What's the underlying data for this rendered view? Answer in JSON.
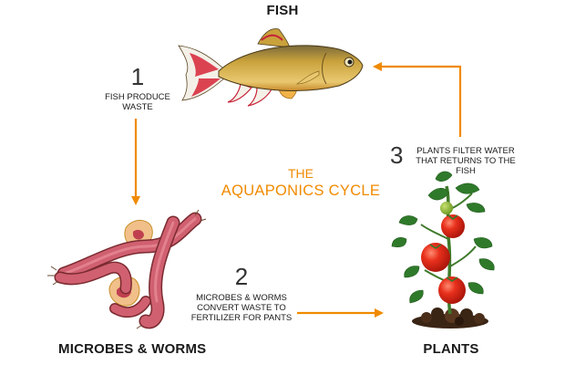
{
  "labels": {
    "fish": "FISH",
    "microbes": "MICROBES & WORMS",
    "plants": "PLANTS"
  },
  "title": {
    "line1": "THE",
    "line2": "AQUAPONICS CYCLE"
  },
  "steps": [
    {
      "number": "1",
      "line1": "FISH PRODUCE",
      "line2": "WASTE"
    },
    {
      "number": "2",
      "line1": "MICROBES & WORMS",
      "line2": "CONVERT WASTE TO",
      "line3": "FERTILIZER FOR PANTS"
    },
    {
      "number": "3",
      "line1": "PLANTS FILTER WATER",
      "line2": "THAT RETURNS TO THE",
      "line3": "FISH"
    }
  ],
  "colors": {
    "arrow": "#f08a00",
    "fish_body": "#c9a23c",
    "fish_fin": "#c8243a",
    "worm": "#d06070",
    "tomato": "#e02818",
    "leaf": "#2f7a2a",
    "soil": "#3a2414"
  }
}
